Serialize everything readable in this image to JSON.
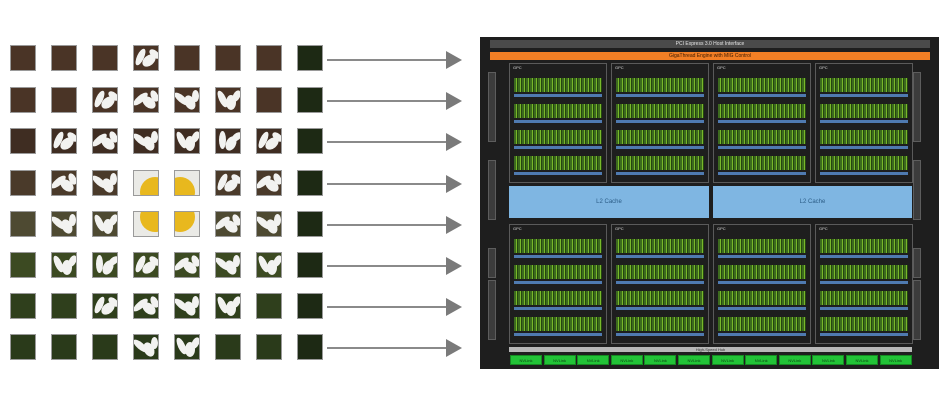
{
  "image": {
    "tile_grid": {
      "rows": 8,
      "cols": 8,
      "subject": "daisy flower photo split into patches"
    },
    "arrows": {
      "count": 8,
      "direction": "right"
    },
    "chip": {
      "host_interface_label": "PCI Express 3.0 Host Interface",
      "engine_label": "GigaThread Engine with MIG Control",
      "l2_left_label": "L2 Cache",
      "l2_right_label": "L2 Cache",
      "hub_label": "High-Speed Hub",
      "gpc_labels": [
        "GPC",
        "GPC",
        "GPC",
        "GPC",
        "GPC",
        "GPC",
        "GPC",
        "GPC"
      ],
      "nvlink_labels": [
        "NVLink",
        "NVLink",
        "NVLink",
        "NVLink",
        "NVLink",
        "NVLink",
        "NVLink",
        "NVLink",
        "NVLink",
        "NVLink",
        "NVLink",
        "NVLink"
      ]
    }
  },
  "colors": {
    "accent_orange": "#f27f25",
    "cache_blue": "#7fb6e2",
    "nvlink_green": "#22c337",
    "sm_green": "#78b82a",
    "chip_bg": "#1e1e1e"
  }
}
